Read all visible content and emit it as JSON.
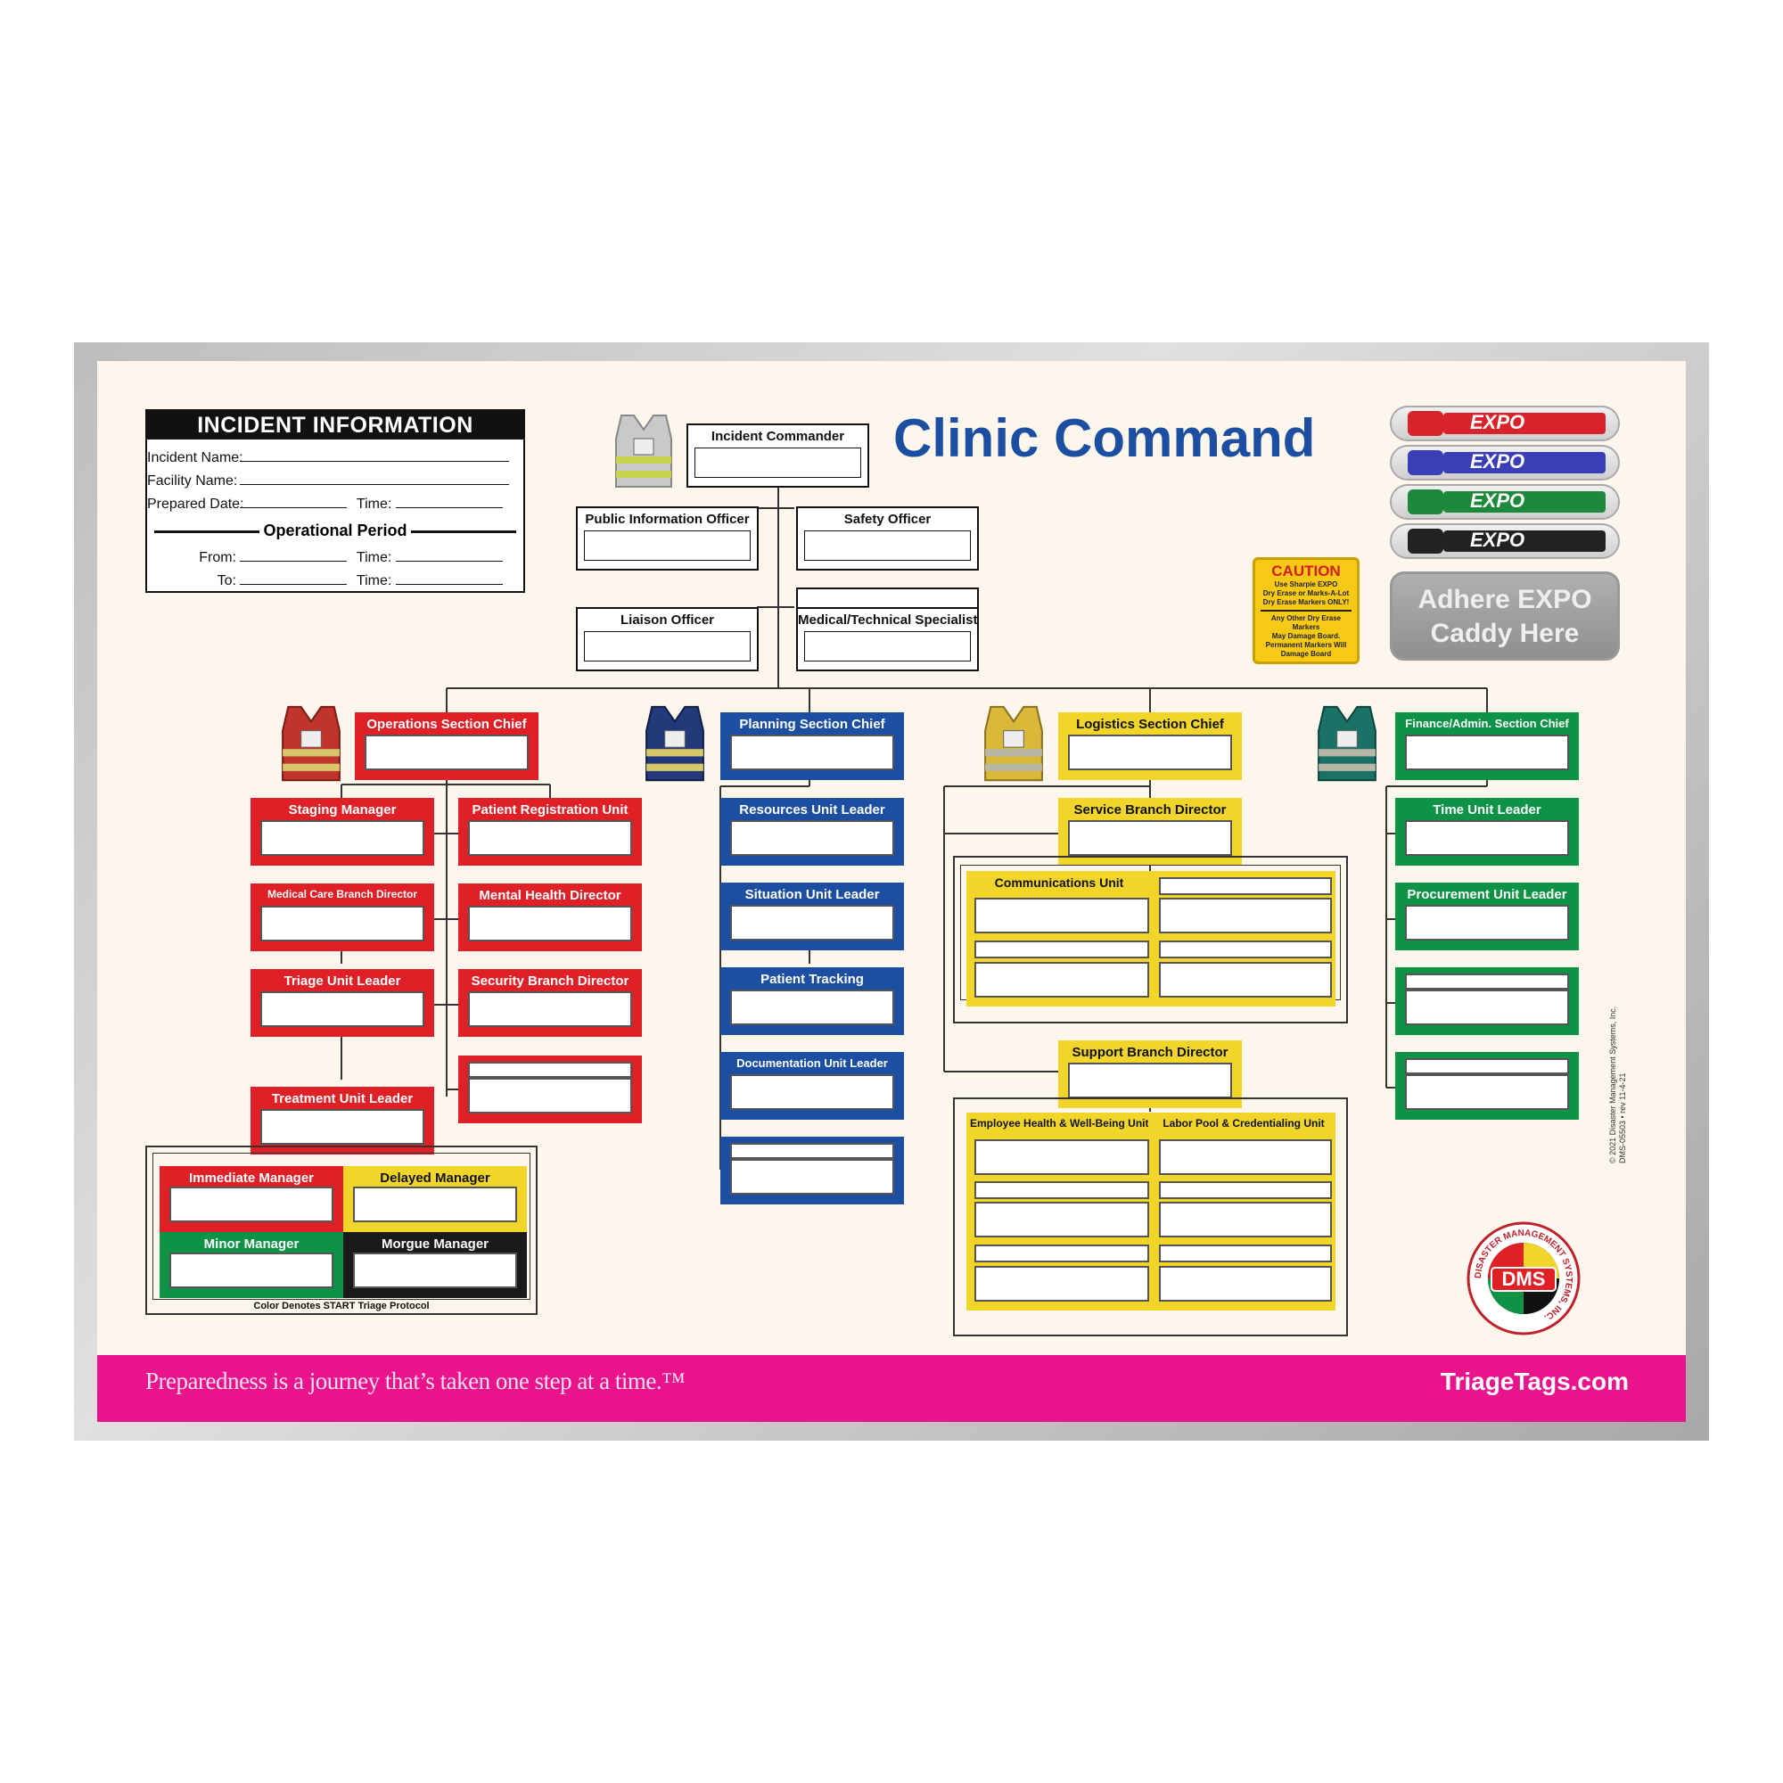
{
  "title": "Clinic Command",
  "incident_info": {
    "header": "INCIDENT INFORMATION",
    "incident_name": "Incident Name:",
    "facility_name": "Facility Name:",
    "prepared_date": "Prepared Date:",
    "time": "Time:",
    "operational_period": "Operational Period",
    "from": "From:",
    "to": "To:"
  },
  "command_staff": {
    "incident_commander": "Incident Commander",
    "public_information_officer": "Public Information Officer",
    "safety_officer": "Safety Officer",
    "liaison_officer": "Liaison Officer",
    "medical_technical_specialist": "Medical/Technical Specialist"
  },
  "operations": {
    "chief": "Operations Section Chief",
    "staging_manager": "Staging Manager",
    "patient_registration_unit": "Patient Registration Unit",
    "medical_care_branch_director": "Medical Care Branch Director",
    "mental_health_director": "Mental Health Director",
    "triage_unit_leader": "Triage Unit Leader",
    "security_branch_director": "Security Branch Director",
    "treatment_unit_leader": "Treatment Unit Leader",
    "immediate_manager": "Immediate Manager",
    "delayed_manager": "Delayed Manager",
    "minor_manager": "Minor Manager",
    "morgue_manager": "Morgue Manager",
    "triage_note": "Color Denotes START Triage Protocol"
  },
  "planning": {
    "chief": "Planning Section Chief",
    "resources_unit_leader": "Resources Unit Leader",
    "situation_unit_leader": "Situation Unit Leader",
    "patient_tracking": "Patient Tracking",
    "documentation_unit_leader": "Documentation Unit Leader"
  },
  "logistics": {
    "chief": "Logistics Section Chief",
    "service_branch_director": "Service Branch Director",
    "communications_unit": "Communications Unit",
    "support_branch_director": "Support Branch Director",
    "employee_health_unit": "Employee Health & Well-Being Unit",
    "labor_pool_unit": "Labor Pool & Credentialing Unit"
  },
  "finance": {
    "chief": "Finance/Admin. Section Chief",
    "time_unit_leader": "Time Unit Leader",
    "procurement_unit_leader": "Procurement Unit Leader"
  },
  "caution": {
    "heading": "CAUTION",
    "line1": "Use Sharpie EXPO",
    "line2": "Dry Erase or Marks-A-Lot",
    "line3": "Dry Erase Markers ONLY!",
    "line4": "Any Other Dry Erase Markers",
    "line5": "May Damage Board.",
    "line6": "Permanent Markers Will",
    "line7": "Damage Board"
  },
  "caddy": {
    "brand": "EXPO",
    "line1": "Adhere EXPO",
    "line2": "Caddy Here",
    "marker_colors": [
      "#d8232a",
      "#3b3fb6",
      "#1c8a3a",
      "#222222"
    ]
  },
  "footer": {
    "tagline": "Preparedness is a journey that’s taken one step at a time.™",
    "site": "TriageTags.com"
  },
  "copyright": {
    "line1": "© 2021 Disaster Management Systems, Inc.",
    "line2": "DMS-05503 • rev 11-4-21"
  },
  "logo": {
    "text": "DMS",
    "ring": "DISASTER MANAGEMENT SYSTEMS, INC."
  },
  "colors": {
    "operations": "#e02027",
    "planning": "#1c4fa1",
    "logistics": "#f1d52a",
    "finance": "#0e9346",
    "footer": "#e9148c"
  }
}
